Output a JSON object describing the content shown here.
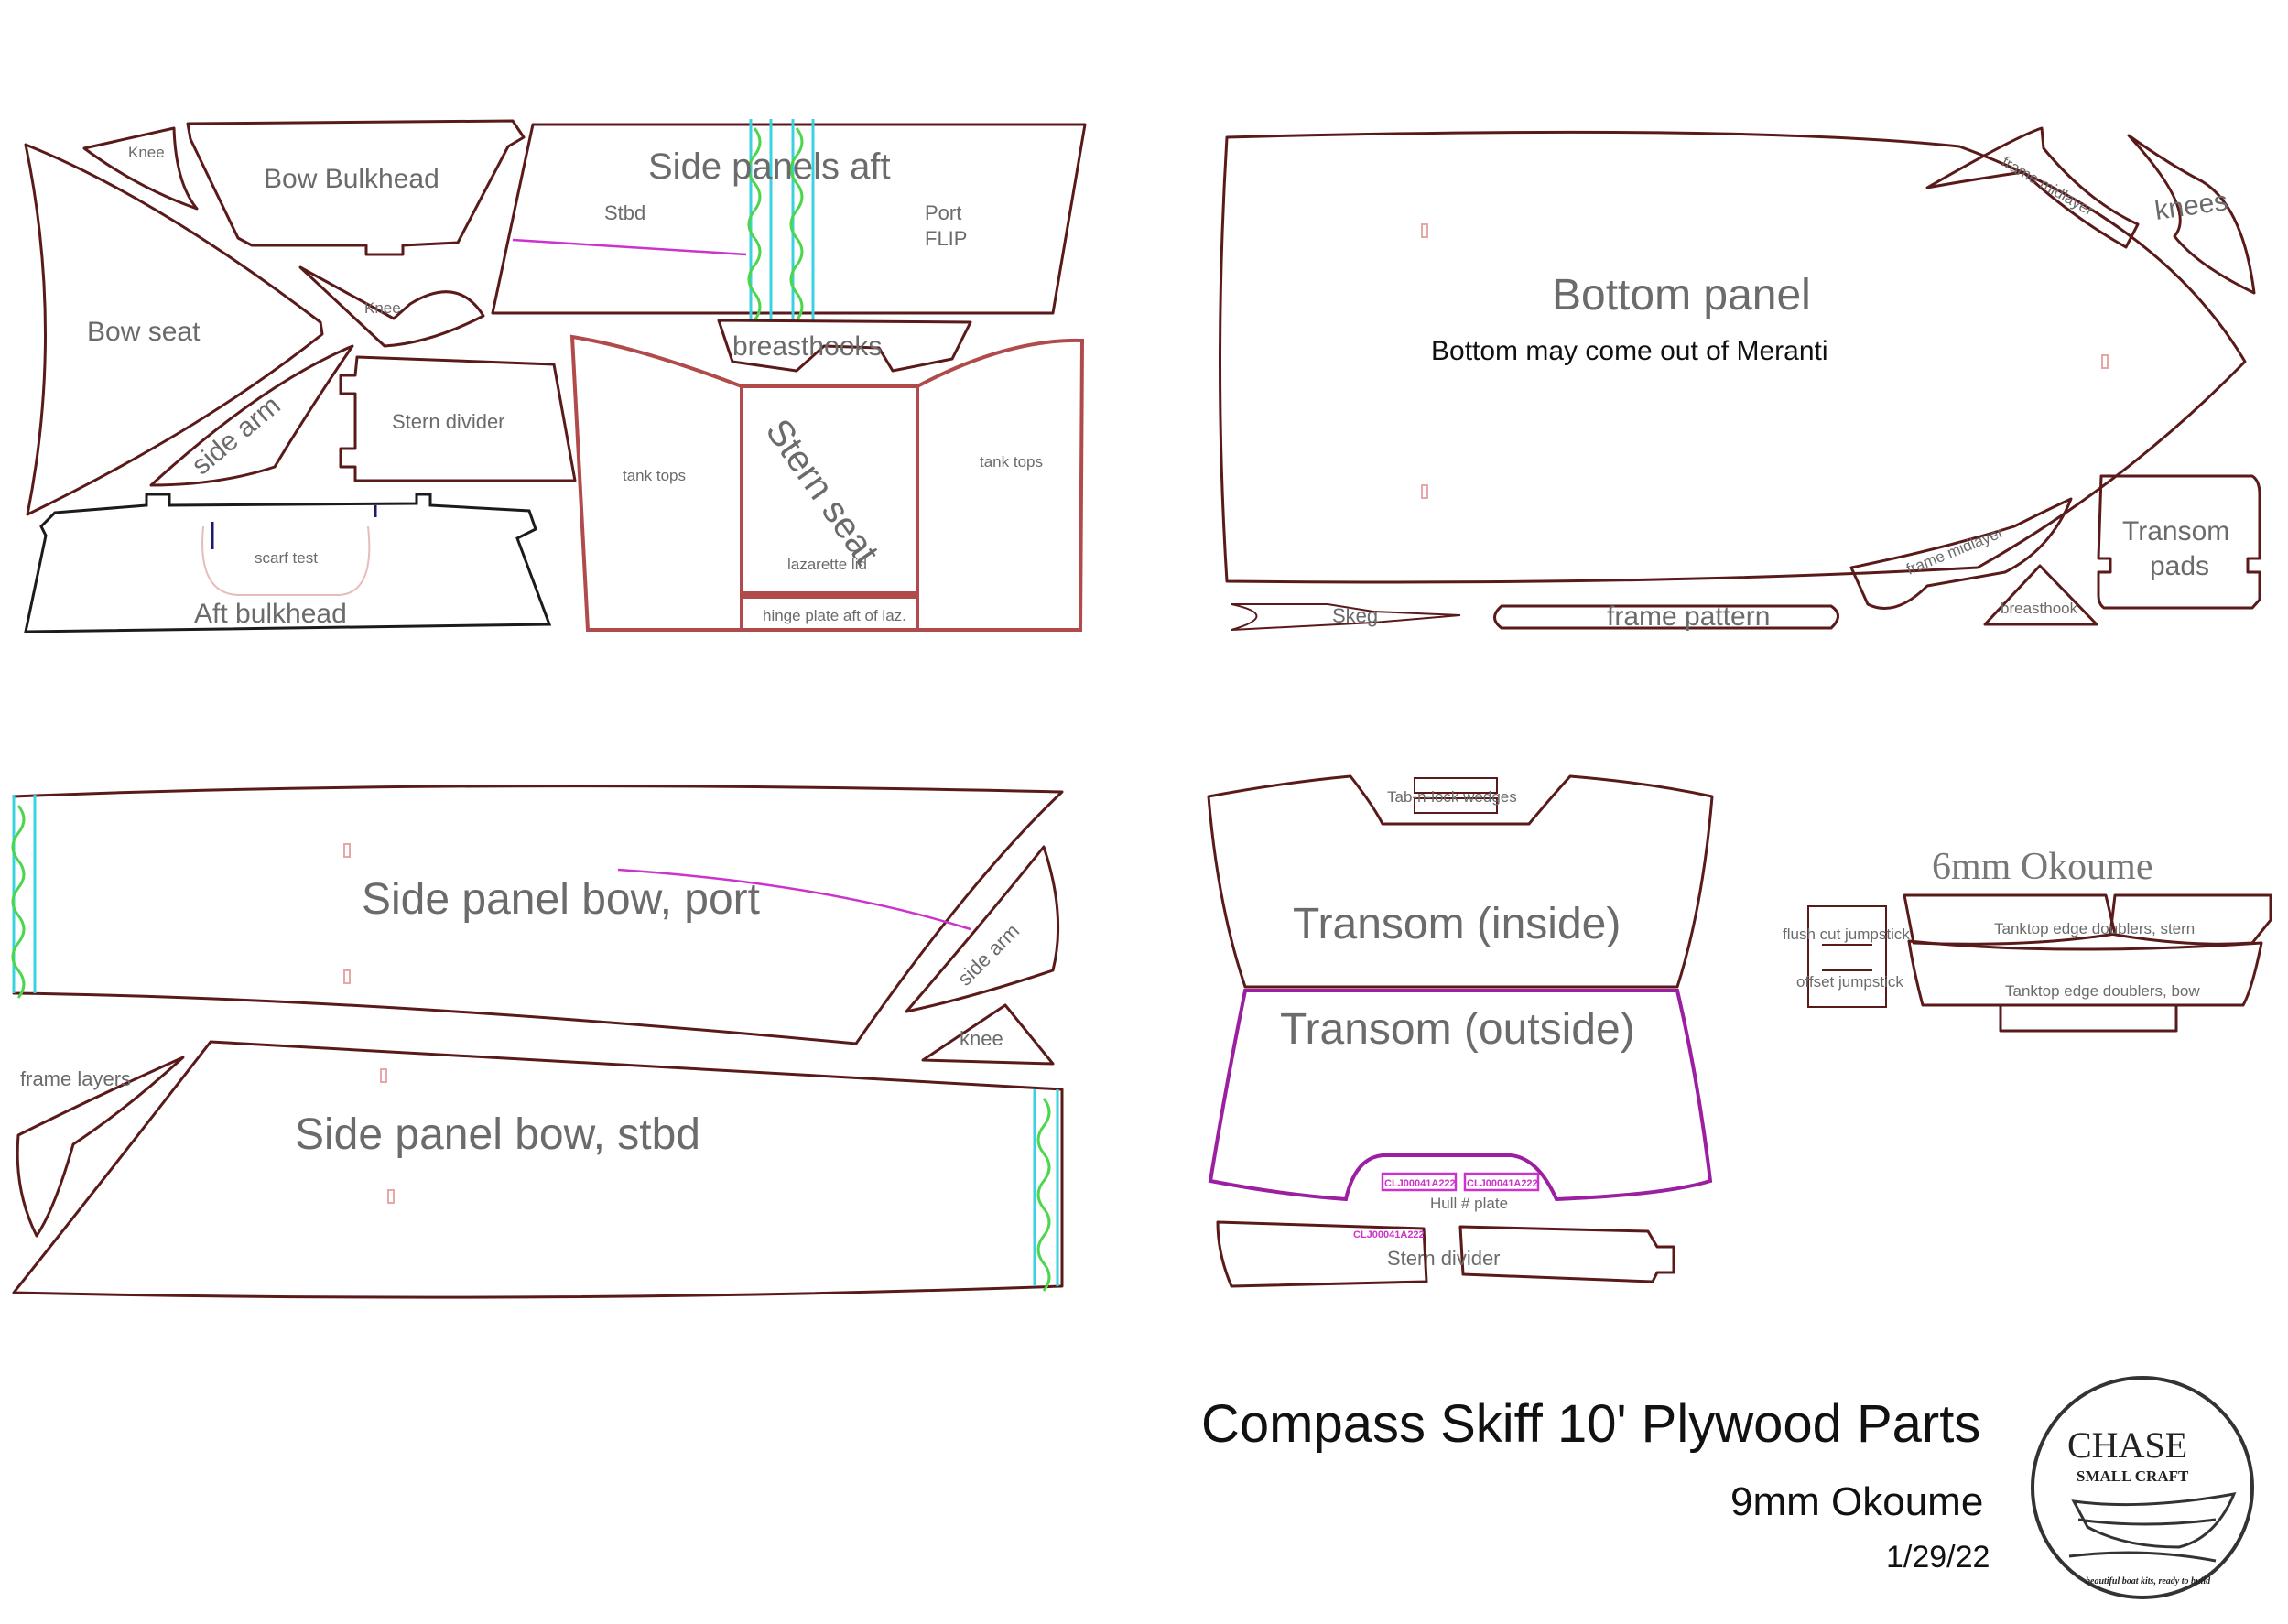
{
  "labels": {
    "knee_top": "Knee",
    "bow_bulkhead": "Bow Bulkhead",
    "side_panels_aft": "Side panels aft",
    "stbd": "Stbd",
    "port": "Port",
    "flip": "FLIP",
    "bow_seat": "Bow seat",
    "knee_mid": "Knee",
    "breasthooks": "breasthooks",
    "stern_divider": "Stern divider",
    "side_arm": "side arm",
    "tank_tops_left": "tank tops",
    "stern_seat": "Stern seat",
    "tank_tops_right": "tank tops",
    "lazarette_lid": "lazarette lid",
    "scarf_test": "scarf test",
    "aft_bulkhead": "Aft bulkhead",
    "hinge_plate": "hinge plate aft of laz.",
    "bottom_panel": "Bottom panel",
    "bottom_note": "Bottom may come out of Meranti",
    "frame_midlayer_top": "frame midlayer",
    "knees": "knees",
    "transom_pads_1": "Transom",
    "transom_pads_2": "pads",
    "frame_midlayer_bottom": "frame midlayer",
    "breasthook": "breasthook",
    "skeg": "Skeg",
    "frame_pattern": "frame pattern",
    "side_panel_bow_port": "Side panel bow, port",
    "side_arm_2": "side arm",
    "knee_lower": "knee",
    "frame_layers": "frame layers",
    "side_panel_bow_stbd": "Side panel bow, stbd",
    "tab_n_lock": "Tab-n-lock wedges",
    "transom_inside": "Transom (inside)",
    "transom_outside": "Transom (outside)",
    "hull_plate_code_1": "CLJ00041A222",
    "hull_plate_code_2": "CLJ00041A222",
    "hull_plate_code_3": "CLJ00041A222",
    "hull_plate": "Hull # plate",
    "stern_divider_2": "Stern divider",
    "okoume_6mm": "6mm Okoume",
    "flush_cut": "flush cut jumpstick",
    "offset_jump": "offset jumpstick",
    "tanktop_stern": "Tanktop edge doublers, stern",
    "tanktop_bow": "Tanktop edge doublers, bow"
  },
  "title_block": {
    "title": "Compass Skiff 10' Plywood Parts",
    "material": "9mm Okoume",
    "date": "1/29/22"
  },
  "logo": {
    "name": "CHASE",
    "sub": "SMALL CRAFT",
    "tagline": "beautiful boat kits, ready to build"
  },
  "colors": {
    "cut_line": "#5a1a1a",
    "scribe_line": "#cc33cc",
    "scarf_joint_cyan": "#3cd1e0",
    "scarf_joint_green": "#4cd64c"
  }
}
